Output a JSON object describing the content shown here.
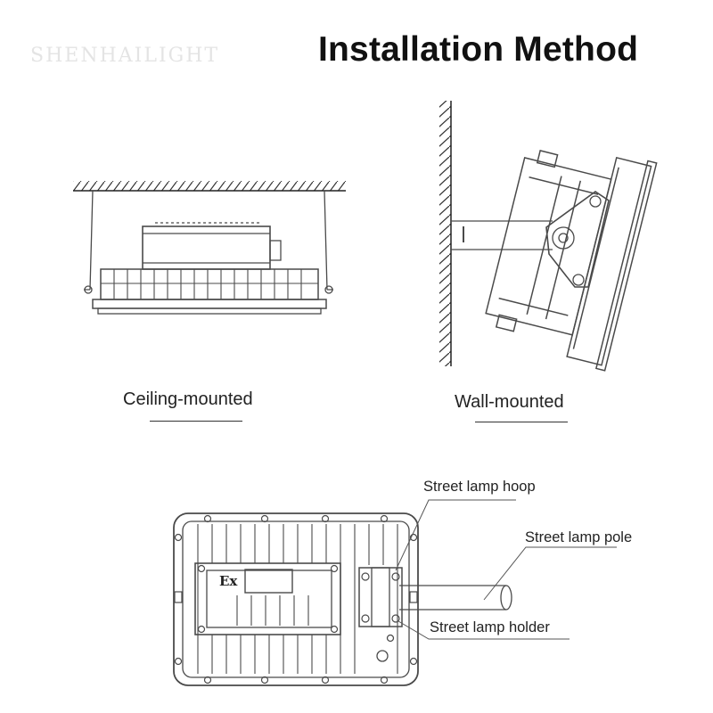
{
  "title": "Installation Method",
  "watermark": "SHENHAILIGHT",
  "ceiling": {
    "caption": "Ceiling-mounted"
  },
  "wall": {
    "caption": "Wall-mounted"
  },
  "street": {
    "badge": "Ex",
    "hoop_label": "Street lamp hoop",
    "pole_label": "Street lamp pole",
    "holder_label": "Street lamp holder"
  },
  "colors": {
    "line": "#4a4a4a",
    "text": "#222222"
  }
}
